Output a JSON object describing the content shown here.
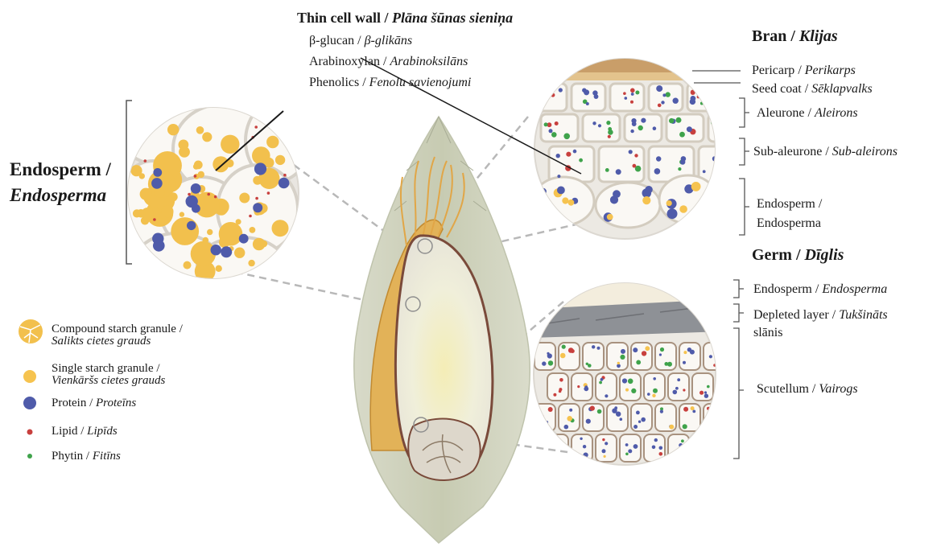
{
  "colors": {
    "compound_starch": "#F2C04D",
    "single_starch": "#F6C34F",
    "protein": "#4F5BAA",
    "lipid": "#C8403E",
    "phytin": "#3FA34B",
    "cell_wall": "#E4E0DA",
    "kernel_outline": "#7A4A3A",
    "husk": "#C9CDB4",
    "connector": "#B8B8B8"
  },
  "thin_cell_wall": {
    "title_en": "Thin cell wall",
    "title_lv": "Plāna šūnas sieniņa",
    "items": [
      {
        "en": "β-glucan",
        "lv": "β-glikāns"
      },
      {
        "en": "Arabinoxylan",
        "lv": "Arabinoksilāns"
      },
      {
        "en": "Phenolics",
        "lv": "Fenolu savienojumi"
      }
    ]
  },
  "endosperm": {
    "title_en": "Endosperm /",
    "title_lv": "Endosperma"
  },
  "bran": {
    "title_en": "Bran",
    "title_lv": "Klijas",
    "layers": [
      {
        "en": "Pericarp",
        "lv": "Perikarps"
      },
      {
        "en": "Seed coat",
        "lv": "Sēklapvalks"
      },
      {
        "en": "Aleurone",
        "lv": "Aleirons"
      },
      {
        "en": "Sub-aleurone",
        "lv": "Sub-aleirons"
      },
      {
        "en": "Endosperm /",
        "lv": "Endosperma"
      }
    ]
  },
  "germ": {
    "title_en": "Germ",
    "title_lv": "Dīglis",
    "layers": [
      {
        "en": "Endosperm",
        "lv": "Endosperma"
      },
      {
        "en": "Depleted layer",
        "lv": "Tukšināts",
        "line2": "slānis"
      },
      {
        "en": "Scutellum",
        "lv": "Vairogs"
      }
    ]
  },
  "legend": [
    {
      "icon": "compound-starch-icon",
      "en": "Compound starch granule /",
      "lv": "Salikts cietes grauds"
    },
    {
      "icon": "single-starch-icon",
      "en": "Single starch granule /",
      "lv": "Vienkāršs cietes grauds"
    },
    {
      "icon": "protein-icon",
      "en": "Protein /",
      "lv": "Proteīns"
    },
    {
      "icon": "lipid-icon",
      "en": "Lipid /",
      "lv": "Lipīds"
    },
    {
      "icon": "phytin-icon",
      "en": "Phytin /",
      "lv": "Fitīns"
    }
  ]
}
